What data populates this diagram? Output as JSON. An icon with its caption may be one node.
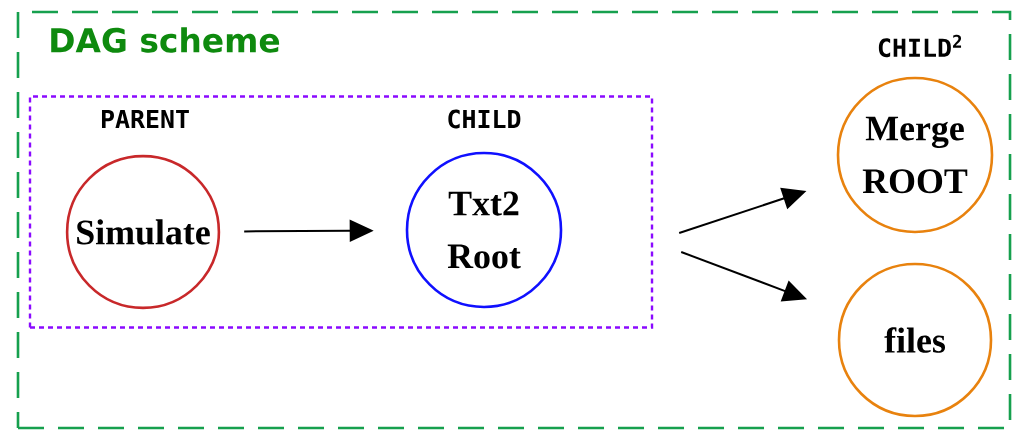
{
  "diagram": {
    "nodes": [
      {
        "text": [
          "DAG scheme"
        ]
      },
      {
        "text": [],
        "shape": "box",
        "in": 0
      },
      {
        "text": [
          "PARENT",
          "Simulate"
        ],
        "in": 1
      },
      {
        "text": [
          "CHILD",
          "Txt2 Root"
        ],
        "in": 1
      },
      {
        "text": [
          "CHILD$^{2}$",
          "Merge ROOT"
        ],
        "in": 0
      },
      {
        "text": [
          "files"
        ],
        "in": 0
      }
    ],
    "edges": [
      {
        "from": 2,
        "to": 3,
        "arrow": "to"
      },
      {
        "from": 1,
        "to": 4,
        "arrow": "to"
      },
      {
        "from": 1,
        "to": 5,
        "arrow": "to"
      }
    ]
  }
}
